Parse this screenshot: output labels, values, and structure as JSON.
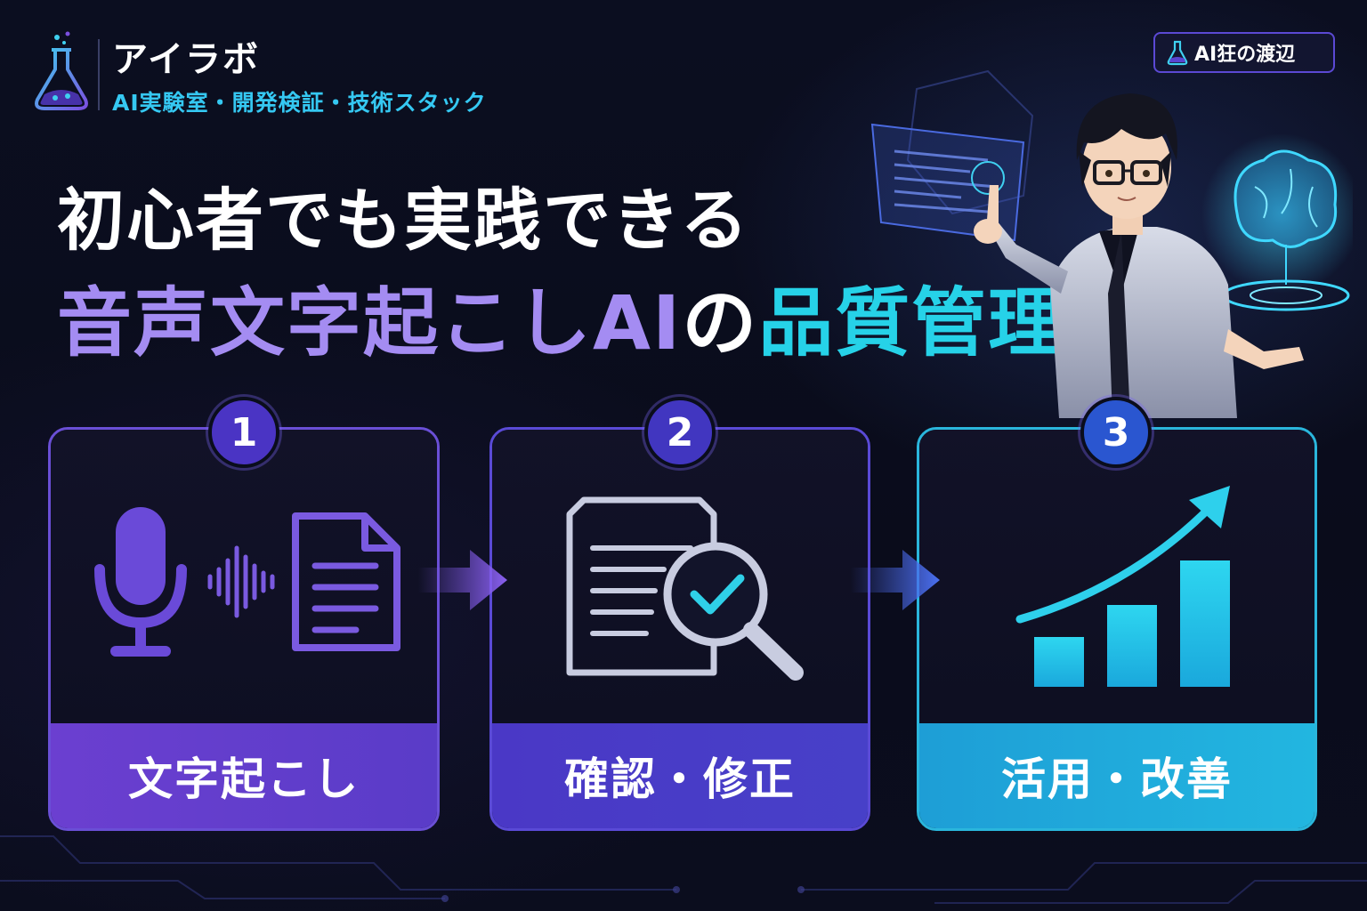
{
  "brand": {
    "name": "アイラボ",
    "tagline": "AI実験室・開発検証・技術スタック"
  },
  "author_badge": {
    "label": "AI狂の渡辺",
    "icon": "flask-icon"
  },
  "title": {
    "line1": "初心者でも実践できる",
    "line2_part1": "音声文字起こし",
    "line2_part2": "AI",
    "line2_part3": "の",
    "line2_part4": "品質管理"
  },
  "steps": [
    {
      "number": "1",
      "label": "文字起こし",
      "icon": "microphone-to-document-icon"
    },
    {
      "number": "2",
      "label": "確認・修正",
      "icon": "document-magnifier-check-icon"
    },
    {
      "number": "3",
      "label": "活用・改善",
      "icon": "growth-bar-chart-icon"
    }
  ],
  "colors": {
    "background": "#0a0d1c",
    "purple": "#a48cf2",
    "cyan": "#26d2e8",
    "step1": "#6b3fd0",
    "step2": "#4a38c6",
    "step3": "#1e9ed6"
  }
}
